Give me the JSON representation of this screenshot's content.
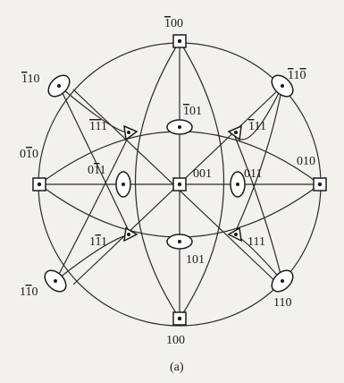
{
  "figure": {
    "caption": "(a)"
  },
  "poles": [
    {
      "id": "p_100bar",
      "label_parts": [
        {
          "t": "1",
          "bar": true
        },
        {
          "t": "00",
          "bar": false
        }
      ]
    },
    {
      "id": "p_1bar10",
      "label_parts": [
        {
          "t": "1",
          "bar": true
        },
        {
          "t": "10",
          "bar": false
        }
      ]
    },
    {
      "id": "p_1bar10b",
      "label_parts": [
        {
          "t": "1",
          "bar": true
        },
        {
          "t": "1",
          "bar": false
        },
        {
          "t": "0",
          "bar": true
        }
      ]
    },
    {
      "id": "p_101bar",
      "label_parts": [
        {
          "t": "1",
          "bar": true
        },
        {
          "t": "01",
          "bar": false
        }
      ]
    },
    {
      "id": "p_111a",
      "label_parts": [
        {
          "t": "1",
          "bar": true
        },
        {
          "t": "1",
          "bar": true
        },
        {
          "t": "1",
          "bar": false
        }
      ]
    },
    {
      "id": "p_111b",
      "label_parts": [
        {
          "t": "1",
          "bar": true
        },
        {
          "t": "1",
          "bar": false
        },
        {
          "t": "1",
          "bar": false
        }
      ]
    },
    {
      "id": "p_010bar",
      "label_parts": [
        {
          "t": "0",
          "bar": false
        },
        {
          "t": "1",
          "bar": true
        },
        {
          "t": "0",
          "bar": false
        }
      ]
    },
    {
      "id": "p_011bar",
      "label_parts": [
        {
          "t": "0",
          "bar": false
        },
        {
          "t": "1",
          "bar": true
        },
        {
          "t": "1",
          "bar": false
        }
      ]
    },
    {
      "id": "p_001",
      "label_parts": [
        {
          "t": "001",
          "bar": false
        }
      ]
    },
    {
      "id": "p_011",
      "label_parts": [
        {
          "t": "011",
          "bar": false
        }
      ]
    },
    {
      "id": "p_010",
      "label_parts": [
        {
          "t": "010",
          "bar": false
        }
      ]
    },
    {
      "id": "p_111c",
      "label_parts": [
        {
          "t": "1",
          "bar": false
        },
        {
          "t": "1",
          "bar": true
        },
        {
          "t": "1",
          "bar": false
        }
      ]
    },
    {
      "id": "p_101",
      "label_parts": [
        {
          "t": "101",
          "bar": false
        }
      ]
    },
    {
      "id": "p_111d",
      "label_parts": [
        {
          "t": "111",
          "bar": false
        }
      ]
    },
    {
      "id": "p_1bar10c",
      "label_parts": [
        {
          "t": "1",
          "bar": false
        },
        {
          "t": "1",
          "bar": true
        },
        {
          "t": "0",
          "bar": false
        }
      ]
    },
    {
      "id": "p_110",
      "label_parts": [
        {
          "t": "110",
          "bar": false
        }
      ]
    },
    {
      "id": "p_100",
      "label_parts": [
        {
          "t": "100",
          "bar": false
        }
      ]
    }
  ]
}
